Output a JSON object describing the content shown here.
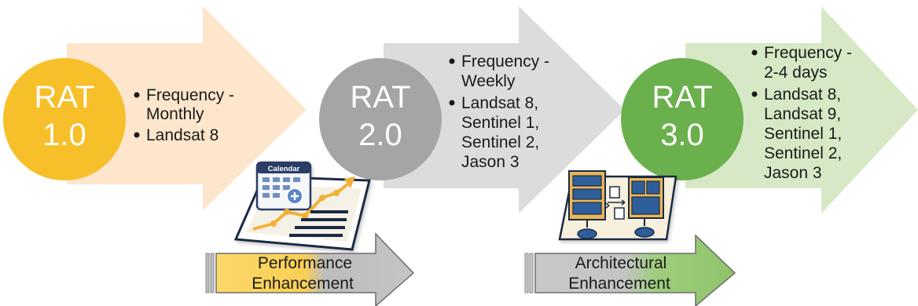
{
  "stages": [
    {
      "circle": {
        "line1": "RAT",
        "line2": "1.0"
      },
      "bullets": [
        [
          "Frequency -",
          "Monthly"
        ],
        [
          "Landsat 8"
        ]
      ],
      "colors": {
        "arrow": "#fde6cc",
        "circle": "#f7bf2a"
      }
    },
    {
      "circle": {
        "line1": "RAT",
        "line2": "2.0"
      },
      "bullets": [
        [
          "Frequency -",
          "Weekly"
        ],
        [
          "Landsat 8,",
          "Sentinel 1,",
          "Sentinel 2,",
          "Jason 3"
        ]
      ],
      "colors": {
        "arrow": "#dcdcdc",
        "circle": "#a5a5a5"
      }
    },
    {
      "circle": {
        "line1": "RAT",
        "line2": "3.0"
      },
      "bullets": [
        [
          "Frequency -",
          "2-4 days"
        ],
        [
          "Landsat 8,",
          "Landsat 9,",
          "Sentinel 1,",
          "Sentinel 2,",
          "Jason 3"
        ]
      ],
      "colors": {
        "arrow": "#d6e8c5",
        "circle": "#6ab04c"
      }
    }
  ],
  "transitions": [
    {
      "line1": "Performance",
      "line2": "Enhancement",
      "icon": "calendar-performance-icon",
      "icon_label": "Calendar",
      "colors": {
        "from": "#fbd86a",
        "to": "#bdbdbd"
      }
    },
    {
      "line1": "Architectural",
      "line2": "Enhancement",
      "icon": "architecture-icon",
      "colors": {
        "from": "#c8c8c8",
        "to": "#8fc46a"
      }
    }
  ]
}
